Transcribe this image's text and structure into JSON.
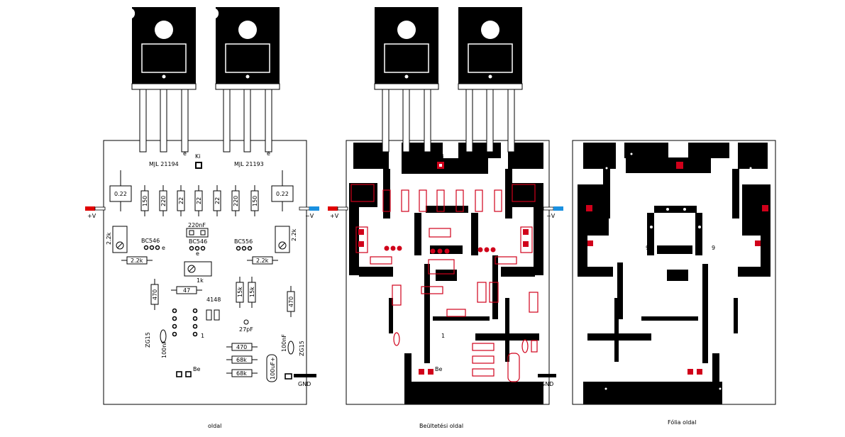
{
  "colors": {
    "copper": "#000000",
    "pad": "#d0001a",
    "plus_v_wire": "#e00000",
    "minus_v_wire": "#1a90e0",
    "background": "#ffffff"
  },
  "captions": {
    "left": "oldal",
    "middle": "Beültetési oldal",
    "right": "Fólia oldal"
  },
  "transistors": {
    "left_npn": "MJL 21194",
    "left_pnp": "MJL 21193",
    "emitter_mark": "e"
  },
  "labels": {
    "output": "Ki",
    "plus_v": "+V",
    "minus_v": "−V",
    "gnd": "GND",
    "input": "Be",
    "bc546_a": "BC546",
    "bc546_b": "BC546",
    "bc556": "BC556",
    "diode": "4148",
    "trim_1k": "1k",
    "trim_2k_a": "2.2k",
    "trim_2k_b": "2.2k",
    "cap_220nf": "220nF",
    "cap_27pf": "27pF",
    "cap_100nf_a": "100nF",
    "cap_100nf_b": "100nF",
    "cap_100uf": "100uF+",
    "zener_a": "ZG15",
    "zener_b": "ZG15",
    "pin_1": "1",
    "pin_9": "9",
    "pin_e": "e"
  },
  "resistors": {
    "r022_a": "0.22",
    "r022_b": "0.22",
    "r150_a": "150",
    "r220_a": "220",
    "r22_a": "22",
    "r22_b": "22",
    "r22_c": "22",
    "r220_b": "220",
    "r150_b": "150",
    "r2k2_a": "2.2k",
    "r2k2_b": "2.2k",
    "r470_a": "470",
    "r47": "47",
    "r15k_a": "15k",
    "r15k_b": "15k",
    "r470_b": "470",
    "r470_c": "470",
    "r68k_a": "68k",
    "r68k_b": "68k"
  }
}
